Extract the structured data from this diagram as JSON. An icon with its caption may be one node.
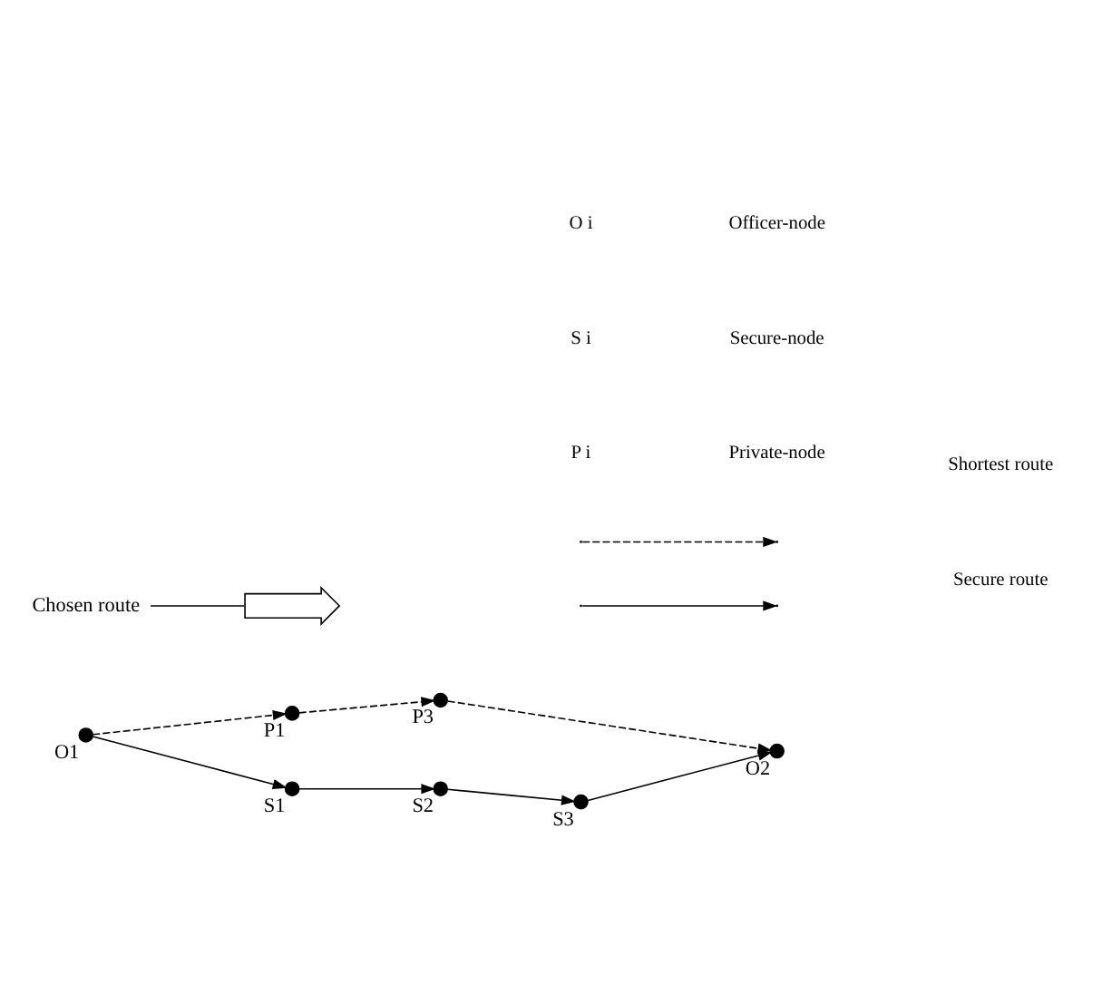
{
  "diagram": {
    "nodes": [
      {
        "text": [
          "O1"
        ]
      },
      {
        "text": [
          "S1"
        ]
      },
      {
        "text": [
          "S2"
        ]
      },
      {
        "text": [
          "S3"
        ]
      },
      {
        "text": [
          "O2"
        ]
      },
      {
        "text": [
          "P1"
        ]
      },
      {
        "text": [
          "P3"
        ]
      },
      {
        "text": [
          "Chosen route"
        ]
      },
      {
        "text": [],
        "shape": "arc"
      }
    ],
    "edges": [
      {
        "from": 0,
        "to": 1,
        "arrow": "to"
      },
      {
        "from": 1,
        "to": 2,
        "arrow": "to"
      },
      {
        "from": 2,
        "to": 3,
        "arrow": "to"
      },
      {
        "from": 3,
        "to": 4,
        "arrow": "to"
      },
      {
        "from": 0,
        "to": 5,
        "arrow": "to",
        "style": "dashed"
      },
      {
        "from": 5,
        "to": 6,
        "arrow": "to",
        "style": "dashed"
      },
      {
        "from": 6,
        "to": 4,
        "arrow": "to",
        "style": "dashed"
      },
      {
        "from": 7,
        "to": 8,
        "arrow": "none"
      }
    ],
    "labels": [
      "O i",
      "Officer-node",
      "S i",
      "Secure-node",
      "P i",
      "Private-node"
    ],
    "legend": [
      {
        "text": "Shortest route"
      },
      {
        "text": "Secure route"
      }
    ]
  }
}
